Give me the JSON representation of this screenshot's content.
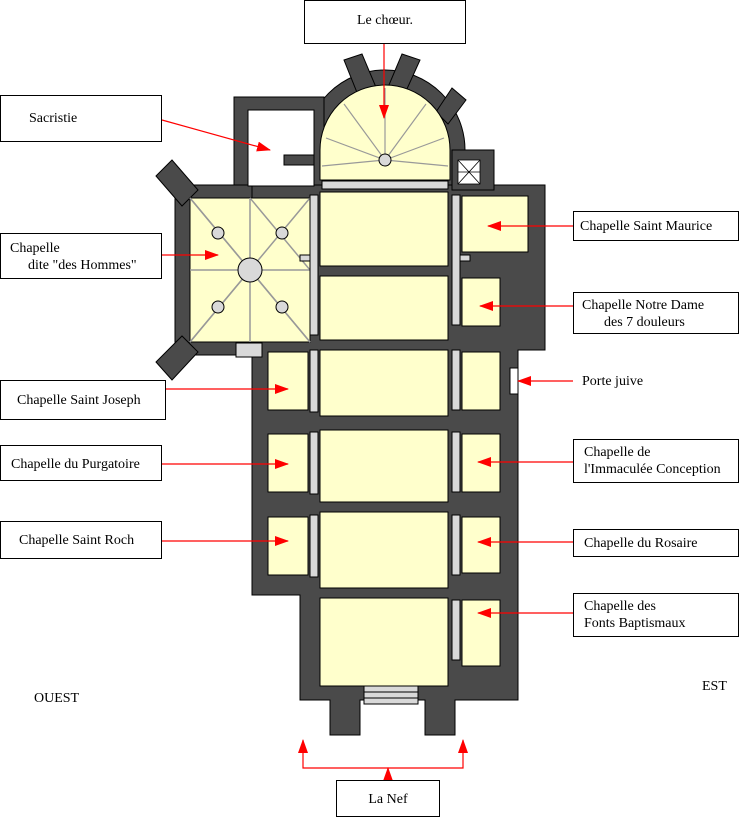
{
  "labels": {
    "choeur": "Le chœur.",
    "sacristie": "Sacristie",
    "chapelle_hommes_1": "Chapelle",
    "chapelle_hommes_2": "dite \"des Hommes\"",
    "saint_joseph": "Chapelle Saint Joseph",
    "purgatoire": "Chapelle du Purgatoire",
    "saint_roch": "Chapelle Saint Roch",
    "saint_maurice": "Chapelle Saint Maurice",
    "notre_dame_1": "Chapelle Notre Dame",
    "notre_dame_2": "des 7 douleurs",
    "porte_juive": "Porte juive",
    "immaculee_1": "Chapelle de",
    "immaculee_2": "l'Immaculée Conception",
    "rosaire": "Chapelle du Rosaire",
    "fonts_1": "Chapelle des",
    "fonts_2": "Fonts Baptismaux",
    "ouest": "OUEST",
    "est": "EST",
    "nef": "La Nef"
  },
  "colors": {
    "wall": "#4a4a4a",
    "floor": "#ffffcc",
    "pillar": "#d9d9d9",
    "arrow": "#ff0000",
    "outline": "#000000"
  }
}
